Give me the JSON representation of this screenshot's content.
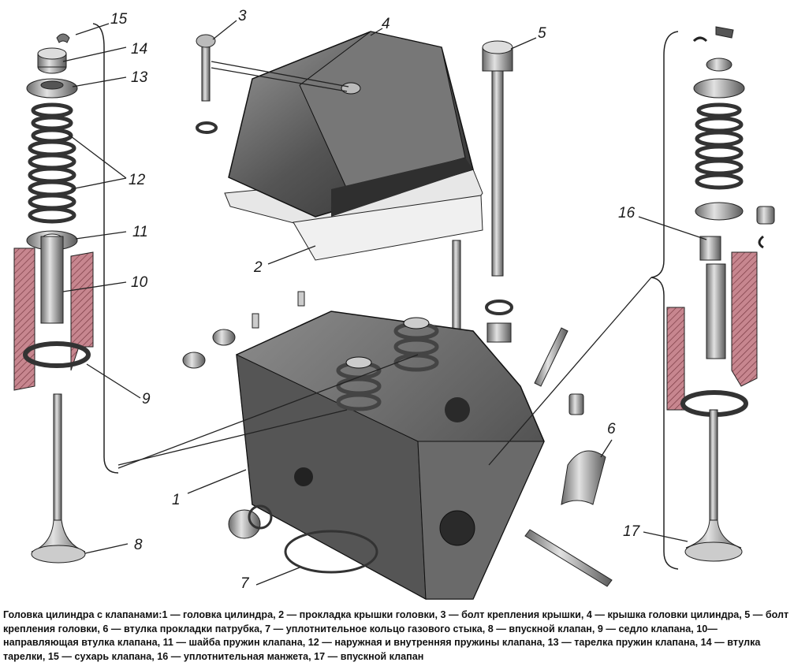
{
  "callouts": [
    "1",
    "2",
    "3",
    "4",
    "5",
    "6",
    "7",
    "8",
    "9",
    "10",
    "11",
    "12",
    "13",
    "14",
    "15",
    "16",
    "17"
  ],
  "caption": {
    "title": "Головка цилиндра с клапанами:",
    "text": "1 — головка цилиндра, 2 — прокладка крышки головки, 3 — болт крепления крышки, 4 — крышка головки цилиндра, 5 — болт крепления головки, 6 — втулка прокладки патрубка, 7 — уплотнительное кольцо газового стыка, 8 — впускной клапан, 9 — седло клапана, 10—направляющая втулка клапана, 11 — шайба пружин клапана, 12 — наружная и внутренняя пружины клапана, 13 — тарелка пружин клапана, 14 — втулка тарелки, 15 — сухарь клапана, 16 — уплотнительная манжета, 17 — впускной клапан"
  },
  "colors": {
    "ink": "#1a1a1a",
    "section": "#b5707a",
    "metal_dark": "#4a4a4a",
    "metal_mid": "#8a8a8a",
    "metal_light": "#d6d6d6"
  }
}
